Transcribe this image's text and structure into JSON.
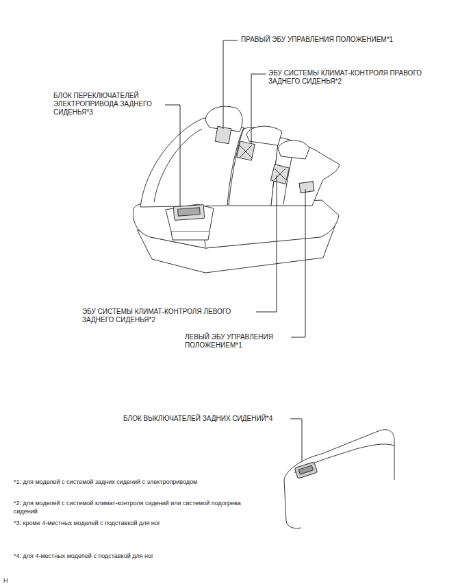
{
  "diagram": {
    "labels": [
      "ПРАВЫЙ ЭБУ УПРАВЛЕНИЯ ПОЛОЖЕНИЕМ*1",
      "ЭБУ СИСТЕМЫ КЛИМАТ-КОНТРОЛЯ ПРАВОГО ЗАДНЕГО СИДЕНЬЯ*2",
      "БЛОК ПЕРЕКЛЮЧАТЕЛЕЙ ЭЛЕКТРОПРИВОДА ЗАДНЕГО СИДЕНЬЯ*3",
      "ЭБУ СИСТЕМЫ КЛИМАТ-КОНТРОЛЯ ЛЕВОГО ЗАДНЕГО СИДЕНЬЯ*2",
      "ЛЕВЫЙ ЭБУ УПРАВЛЕНИЯ ПОЛОЖЕНИЕМ*1",
      "БЛОК ВЫКЛЮЧАТЕЛЕЙ ЗАДНИХ СИДЕНИЙ*4",
      "*1: для моделей с системой задних сидений с электроприводом",
      "*2: для моделей с системой климат-контроля сидений или системой подогрева сидений",
      "*3: кроме 4-местных моделей с подставкой для ног",
      "*4: для 4-местных моделей с подставкой для ног",
      "H"
    ]
  }
}
